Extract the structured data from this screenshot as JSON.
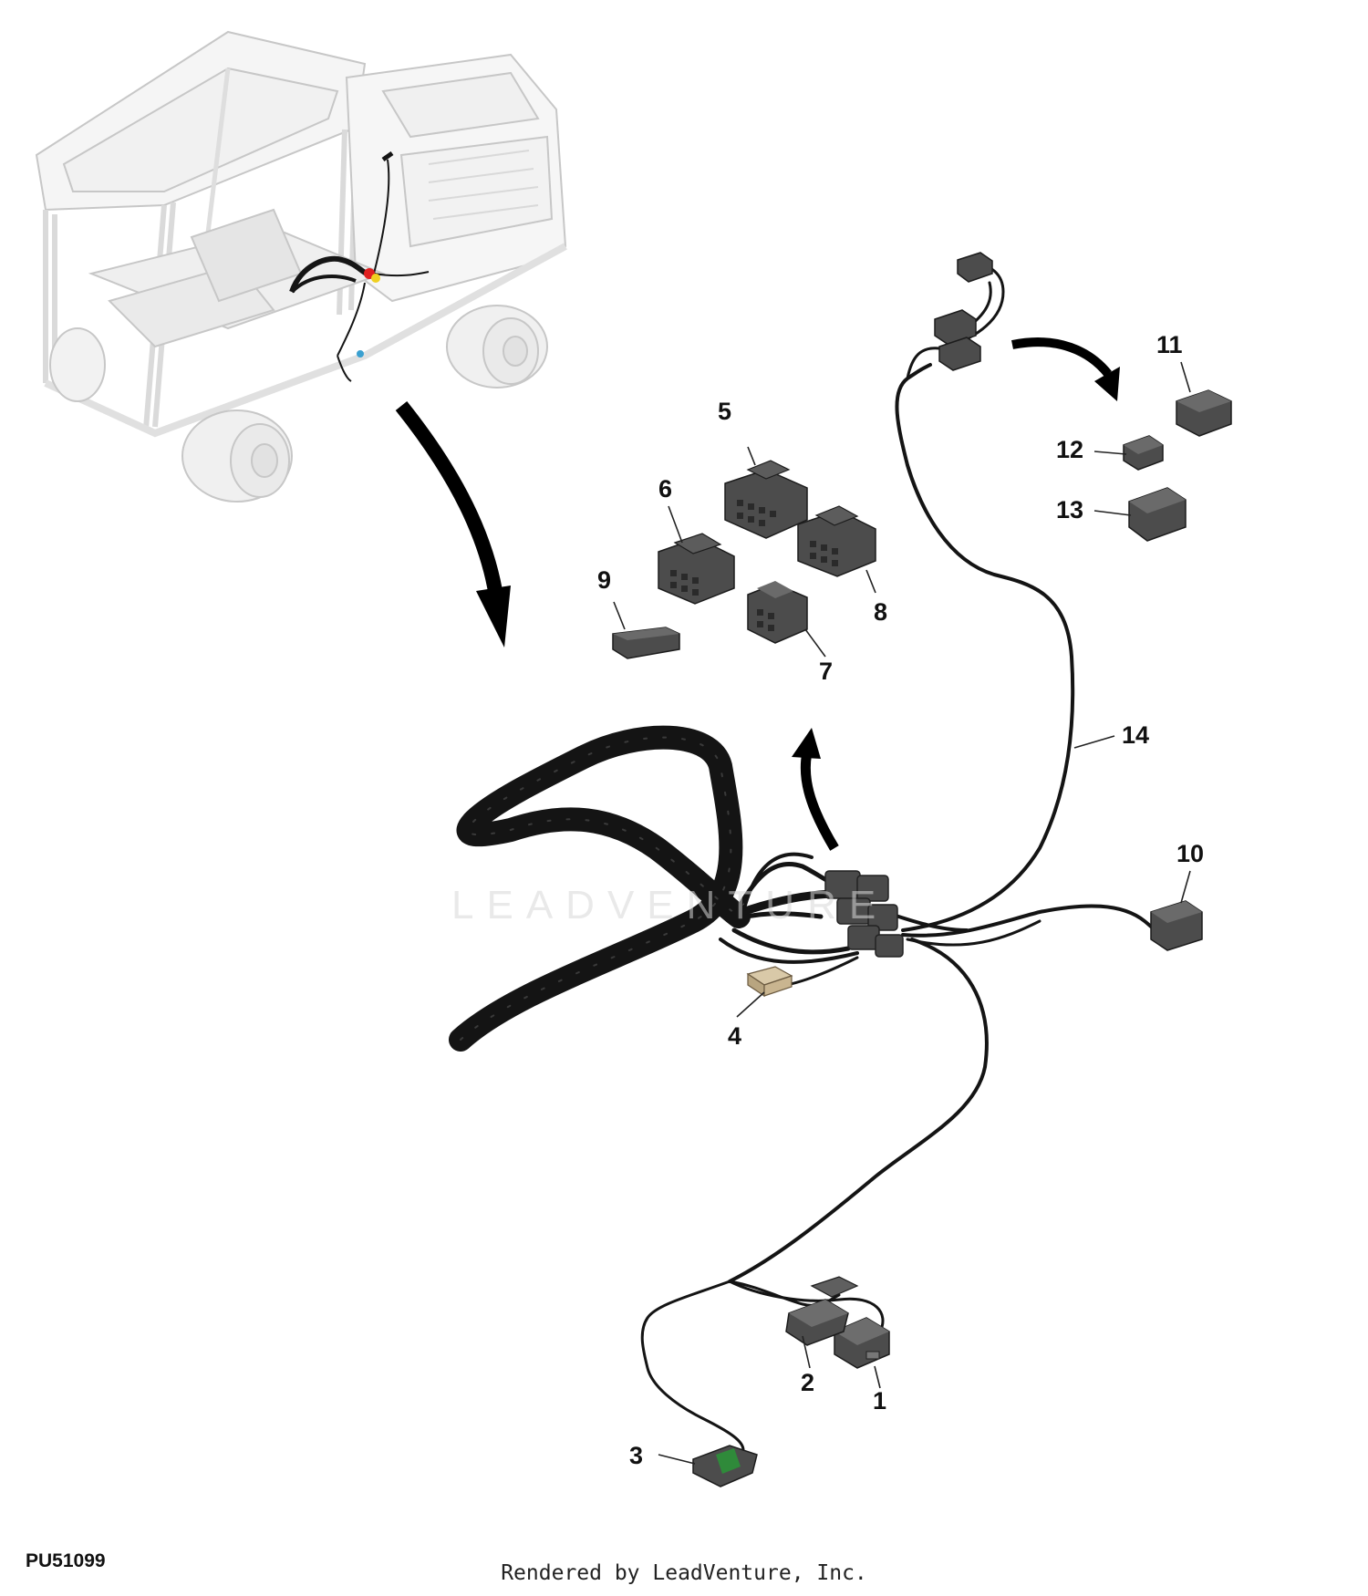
{
  "figure_id": "PU51099",
  "footer": "Rendered by LeadVenture, Inc.",
  "watermark": "LEADVENTURE",
  "colors": {
    "harness": "#141414",
    "connector": "#4a4a4a",
    "connector_light": "#6d6d6d",
    "arrow": "#000000",
    "vehicle_ghost": "#c9c9c9"
  },
  "callouts": [
    {
      "id": "1",
      "label": "1"
    },
    {
      "id": "2",
      "label": "2"
    },
    {
      "id": "3",
      "label": "3"
    },
    {
      "id": "4",
      "label": "4"
    },
    {
      "id": "5",
      "label": "5"
    },
    {
      "id": "6",
      "label": "6"
    },
    {
      "id": "7",
      "label": "7"
    },
    {
      "id": "8",
      "label": "8"
    },
    {
      "id": "9",
      "label": "9"
    },
    {
      "id": "10",
      "label": "10"
    },
    {
      "id": "11",
      "label": "11"
    },
    {
      "id": "12",
      "label": "12"
    },
    {
      "id": "13",
      "label": "13"
    },
    {
      "id": "14",
      "label": "14"
    }
  ]
}
